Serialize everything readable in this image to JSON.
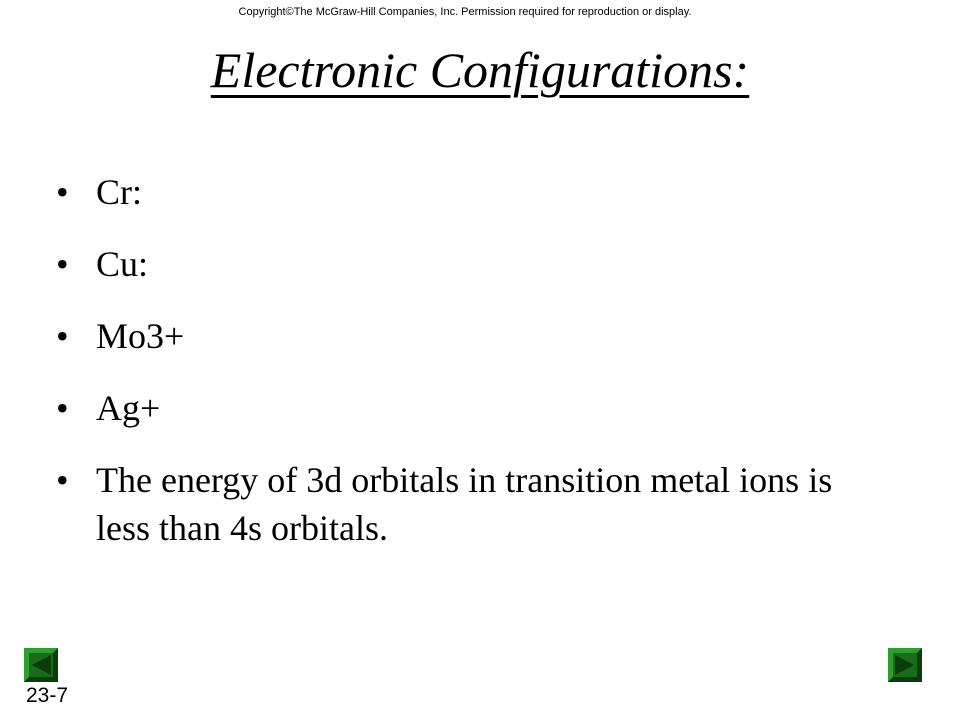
{
  "header": {
    "copyright": "Copyright©The McGraw-Hill Companies, Inc. Permission required for reproduction or display."
  },
  "title": "Electronic Configurations:",
  "bullets": [
    {
      "text": "Cr:"
    },
    {
      "text": "Cu:"
    },
    {
      "text": "Mo3+"
    },
    {
      "text": "Ag+"
    },
    {
      "text": "The energy of 3d orbitals in transition metal ions is less than 4s orbitals."
    }
  ],
  "bullet_symbol": "•",
  "footer": {
    "slide_number": "23-7",
    "prev_icon": "previous-slide-icon",
    "next_icon": "next-slide-icon"
  },
  "colors": {
    "nav_dark": "#0b3d0b",
    "nav_light": "#2e9e2e",
    "nav_mid": "#1a6b1a"
  }
}
